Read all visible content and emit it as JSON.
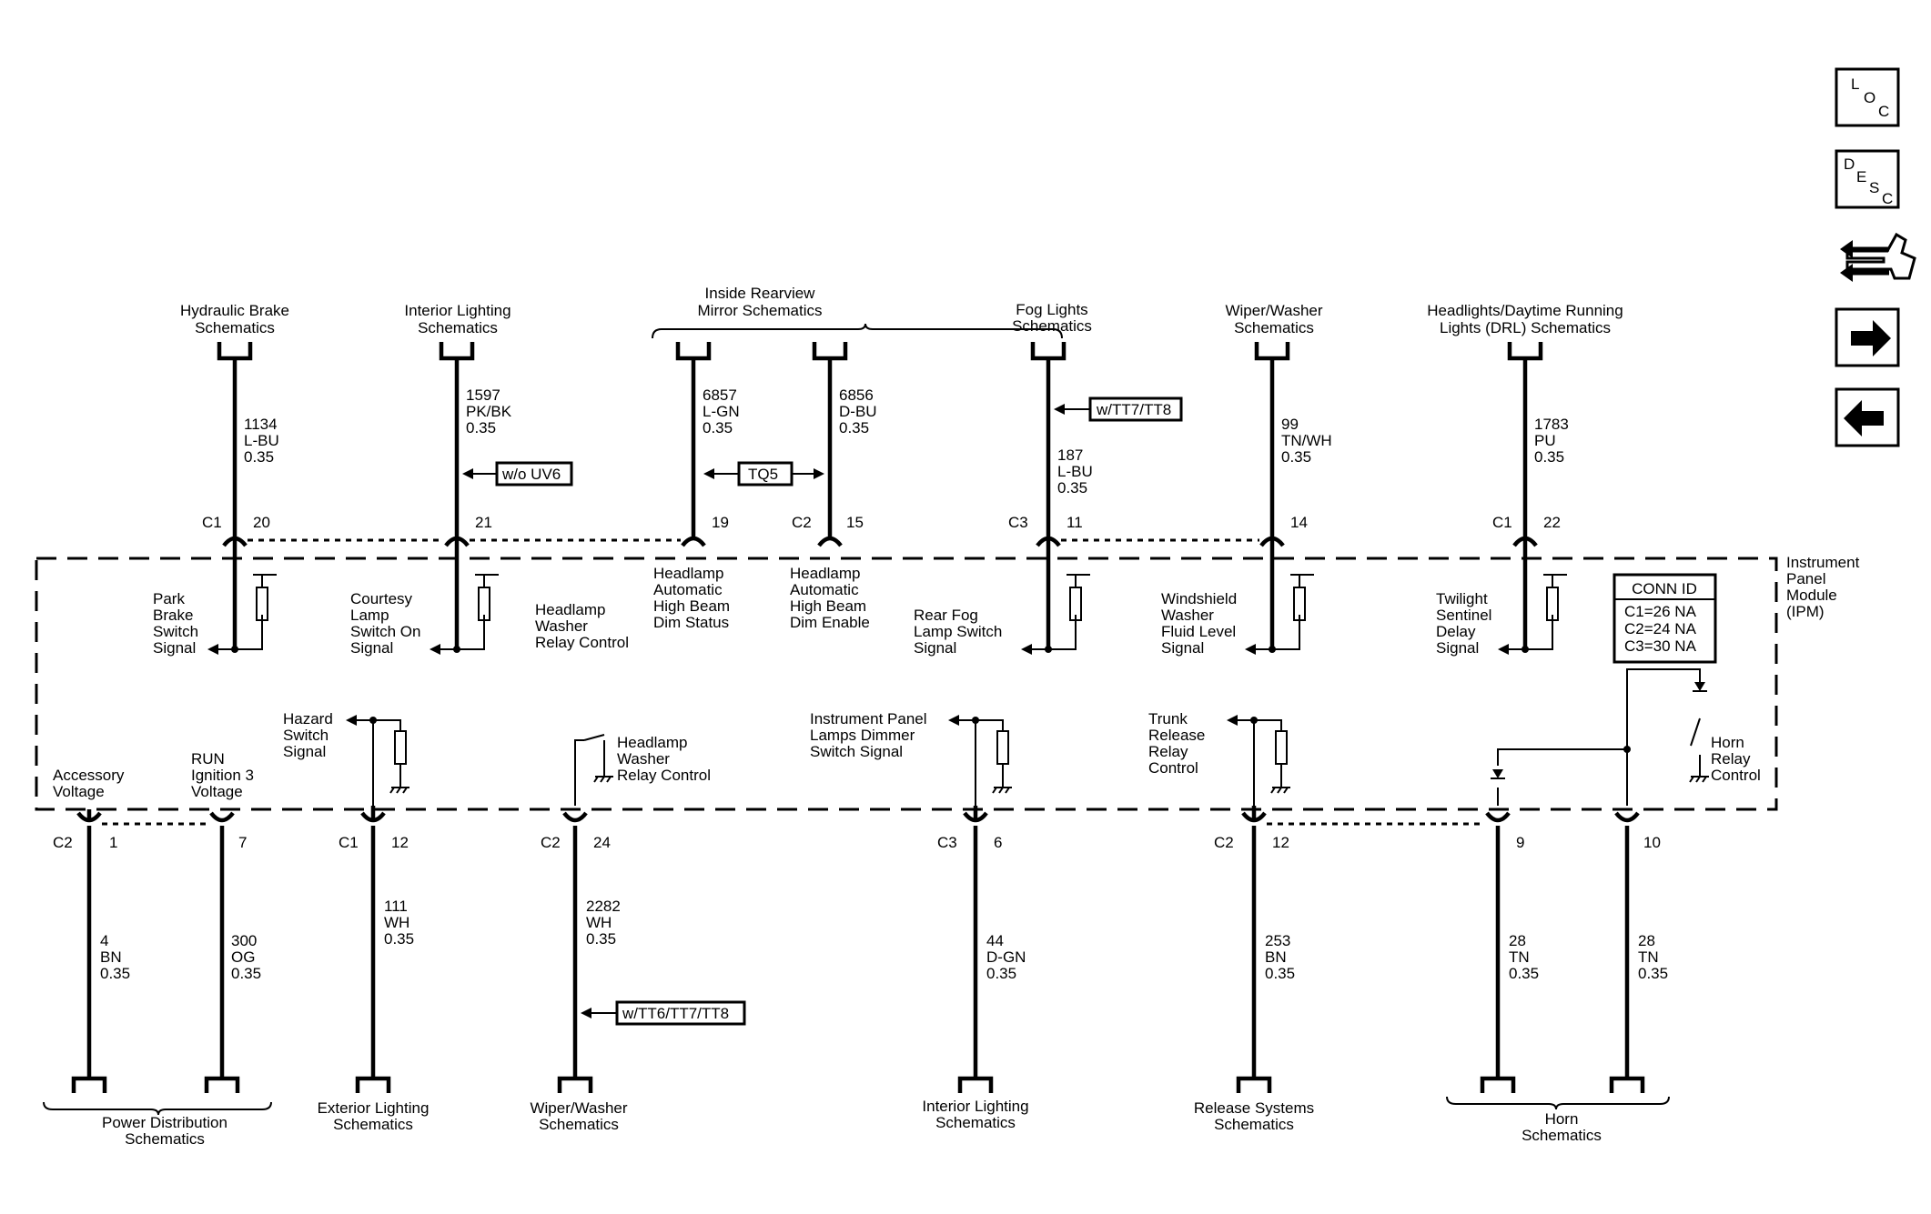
{
  "module": {
    "label": [
      "Instrument",
      "Panel",
      "Module",
      "(IPM)"
    ]
  },
  "conn_id": {
    "title": "CONN ID",
    "rows": [
      "C1=26 NA",
      "C2=24 NA",
      "C3=30 NA"
    ]
  },
  "nav": {
    "icons": [
      "loc-icon",
      "desc-icon",
      "connector-icon",
      "next-arrow-icon",
      "previous-arrow-icon"
    ],
    "loc": [
      "L",
      "O",
      "C"
    ],
    "desc": [
      "D",
      "E",
      "S",
      "C"
    ]
  },
  "top_wires": [
    {
      "dest": [
        "Hydraulic Brake",
        "Schematics"
      ],
      "circuit": [
        "1134",
        "L-BU",
        "0.35"
      ],
      "conn": "C1",
      "pin": "20",
      "signal": [
        "Park",
        "Brake",
        "Switch",
        "Signal"
      ]
    },
    {
      "dest": [
        "Interior Lighting",
        "Schematics"
      ],
      "circuit": [
        "1597",
        "PK/BK",
        "0.35"
      ],
      "conn": "",
      "pin": "21",
      "option": "w/o UV6",
      "signal": [
        "Courtesy",
        "Lamp",
        "Switch On",
        "Signal"
      ]
    },
    {
      "circuit": [
        "6857",
        "L-GN",
        "0.35"
      ],
      "conn": "",
      "pin": "19",
      "signal": [
        "Headlamp",
        "Automatic",
        "High Beam",
        "Dim Status"
      ]
    },
    {
      "circuit": [
        "6856",
        "D-BU",
        "0.35"
      ],
      "conn": "C2",
      "pin": "15",
      "signal": [
        "Headlamp",
        "Automatic",
        "High Beam",
        "Dim Enable"
      ]
    },
    {
      "dest": [
        "Fog Lights",
        "Schematics"
      ],
      "circuit": [
        "187",
        "L-BU",
        "0.35"
      ],
      "conn": "C3",
      "pin": "11",
      "option": "w/TT7/TT8",
      "signal": [
        "Rear Fog",
        "Lamp Switch",
        "Signal"
      ]
    },
    {
      "dest": [
        "Wiper/Washer",
        "Schematics"
      ],
      "circuit": [
        "99",
        "TN/WH",
        "0.35"
      ],
      "conn": "",
      "pin": "14",
      "signal": [
        "Windshield",
        "Washer",
        "Fluid Level",
        "Signal"
      ]
    },
    {
      "dest": [
        "Headlights/Daytime Running",
        "Lights (DRL) Schematics"
      ],
      "circuit": [
        "1783",
        "PU",
        "0.35"
      ],
      "conn": "C1",
      "pin": "22",
      "signal": [
        "Twilight",
        "Sentinel",
        "Delay",
        "Signal"
      ]
    }
  ],
  "mirror": {
    "dest": [
      "Inside Rearview",
      "Mirror Schematics"
    ],
    "option": "TQ5"
  },
  "headlamp_washer_upper": [
    "Headlamp",
    "Washer",
    "Relay Control"
  ],
  "bottom_wires": [
    {
      "label": [
        "Accessory",
        "Voltage"
      ],
      "circuit": [
        "4",
        "BN",
        "0.35"
      ],
      "conn": "C2",
      "pin": "1"
    },
    {
      "label": [
        "RUN",
        "Ignition 3",
        "Voltage"
      ],
      "circuit": [
        "300",
        "OG",
        "0.35"
      ],
      "conn": "",
      "pin": "7"
    },
    {
      "label": [
        "Hazard",
        "Switch",
        "Signal"
      ],
      "circuit": [
        "111",
        "WH",
        "0.35"
      ],
      "conn": "C1",
      "pin": "12",
      "dest": [
        "Exterior Lighting",
        "Schematics"
      ]
    },
    {
      "label": [
        "Headlamp",
        "Washer",
        "Relay Control"
      ],
      "circuit": [
        "2282",
        "WH",
        "0.35"
      ],
      "conn": "C2",
      "pin": "24",
      "option": "w/TT6/TT7/TT8",
      "dest": [
        "Wiper/Washer",
        "Schematics"
      ]
    },
    {
      "label": [
        "Instrument Panel",
        "Lamps Dimmer",
        "Switch Signal"
      ],
      "circuit": [
        "44",
        "D-GN",
        "0.35"
      ],
      "conn": "C3",
      "pin": "6",
      "dest": [
        "Interior Lighting",
        "Schematics"
      ]
    },
    {
      "label": [
        "Trunk",
        "Release",
        "Relay",
        "Control"
      ],
      "circuit": [
        "253",
        "BN",
        "0.35"
      ],
      "conn": "C2",
      "pin": "12",
      "dest": [
        "Release Systems",
        "Schematics"
      ]
    },
    {
      "circuit": [
        "28",
        "TN",
        "0.35"
      ],
      "conn": "",
      "pin": "9"
    },
    {
      "label": [
        "Horn",
        "Relay",
        "Control"
      ],
      "circuit": [
        "28",
        "TN",
        "0.35"
      ],
      "conn": "",
      "pin": "10"
    }
  ],
  "power_dest": [
    "Power Distribution",
    "Schematics"
  ],
  "horn_dest": [
    "Horn",
    "Schematics"
  ]
}
